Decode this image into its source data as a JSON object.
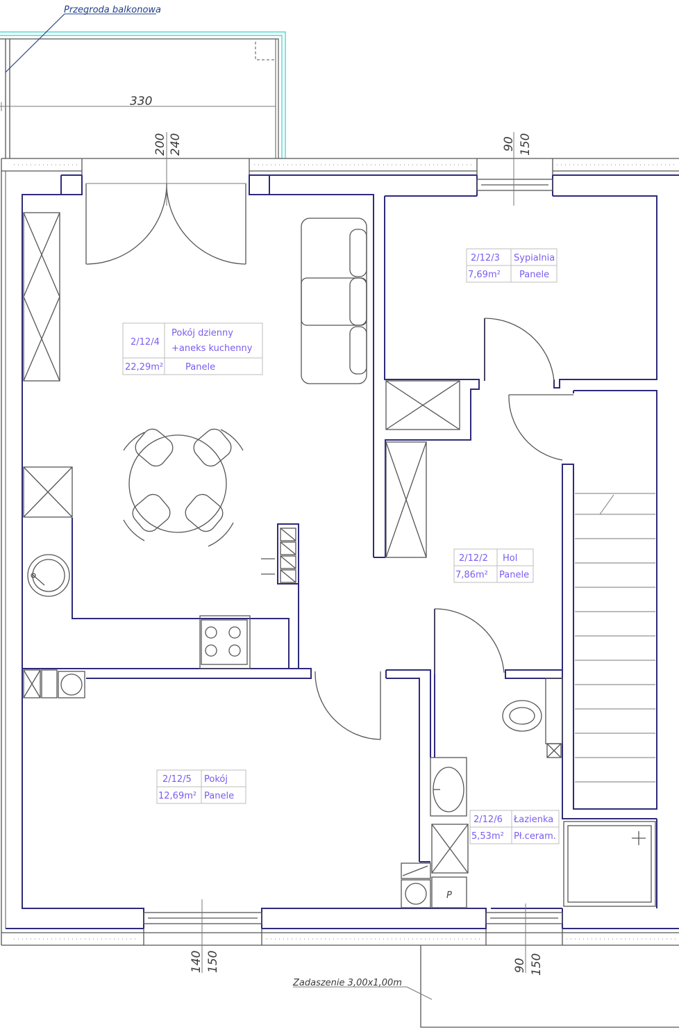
{
  "colors": {
    "wall": "#2e2a7a",
    "label": "#7b5cf0",
    "note": "#1e3f8a",
    "line": "#555555",
    "rail": "#33d1c6"
  },
  "notes": {
    "balcony_partition": "Przegroda balkonowa",
    "canopy": "Zadaszenie 3,00x1,00m"
  },
  "dimensions": {
    "balcony_width": "330",
    "door_top": [
      "200",
      "240"
    ],
    "window_top_right": [
      "90",
      "150"
    ],
    "window_bottom_left": [
      "140",
      "150"
    ],
    "window_bottom_right": [
      "90",
      "150"
    ]
  },
  "rooms": [
    {
      "id": "2/12/4",
      "name_line1": "Pokój dzienny",
      "name_line2": "+aneks kuchenny",
      "area": "22,29m²",
      "floor": "Panele"
    },
    {
      "id": "2/12/3",
      "name": "Sypialnia",
      "area": "7,69m²",
      "floor": "Panele"
    },
    {
      "id": "2/12/2",
      "name": "Hol",
      "area": "7,86m²",
      "floor": "Panele"
    },
    {
      "id": "2/12/5",
      "name": "Pokój",
      "area": "12,69m²",
      "floor": "Panele"
    },
    {
      "id": "2/12/6",
      "name": "Łazienka",
      "area": "5,53m²",
      "floor": "Pł.ceram."
    }
  ],
  "symbols": {
    "boiler_letter": "P"
  }
}
